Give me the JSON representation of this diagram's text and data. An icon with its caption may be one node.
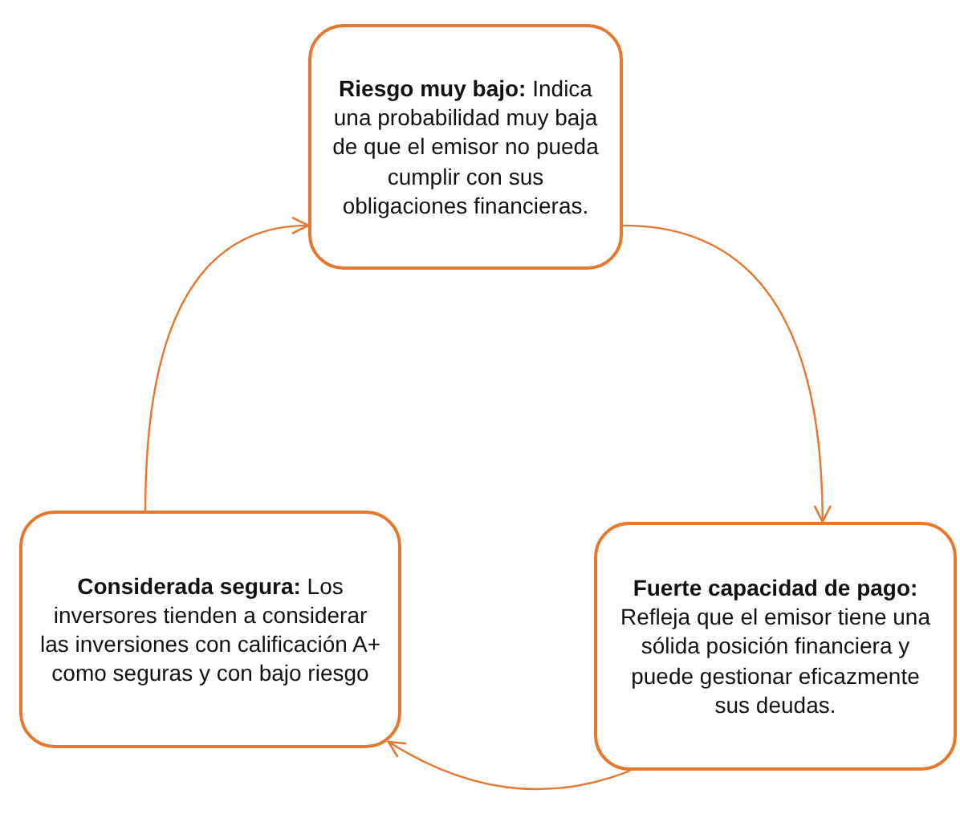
{
  "diagram": {
    "nodes": [
      {
        "text": [
          "**Riesgo muy bajo:** Indica una probabilidad muy baja de que el emisor no pueda cumplir con sus obligaciones financieras."
        ]
      },
      {
        "text": [
          "**Fuerte capacidad de pago:** Refleja que el emisor tiene una sólida posición financiera y puede gestionar eficazmente sus deudas."
        ]
      },
      {
        "text": [
          "**Considerada segura:** Los inversores tienden a considerar las inversiones con calificación A+ como seguras y con bajo riesgo"
        ]
      }
    ],
    "edges": [
      {
        "from": 0,
        "to": 1,
        "arrow": "to"
      },
      {
        "from": 1,
        "to": 2,
        "arrow": "to"
      },
      {
        "from": 2,
        "to": 0,
        "arrow": "to"
      }
    ]
  }
}
